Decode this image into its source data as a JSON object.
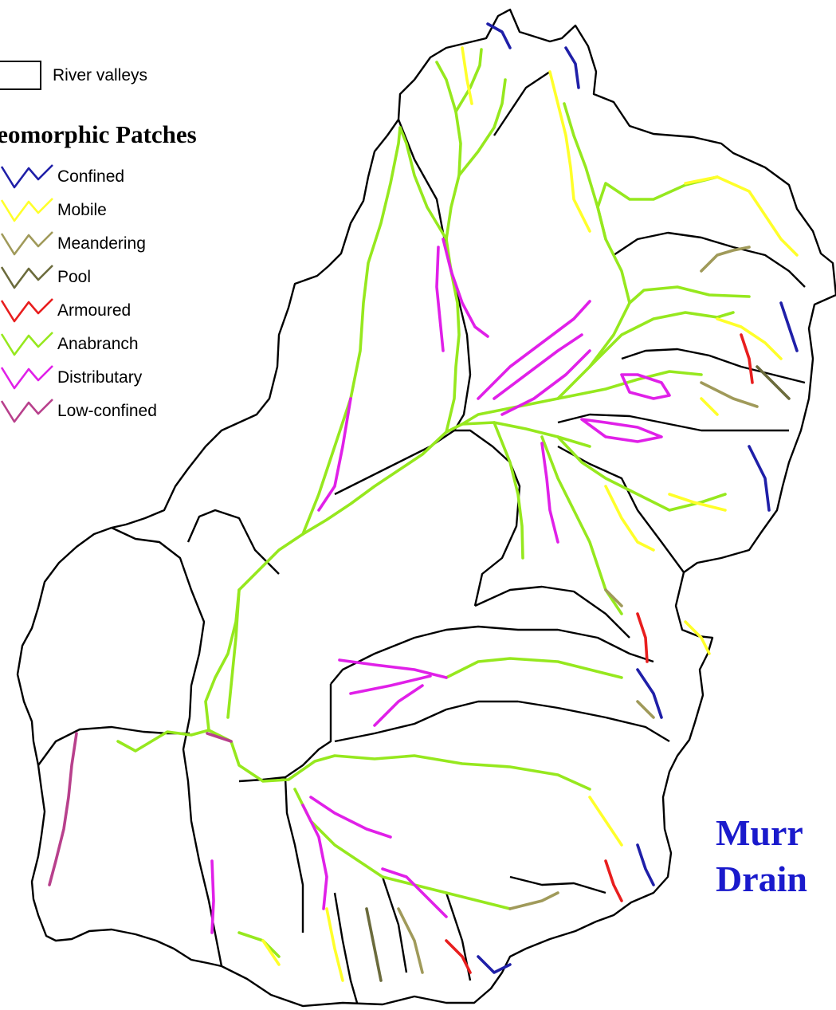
{
  "legend": {
    "boundary_label": "River valleys",
    "heading": "rogeomorphic Patches",
    "items": [
      {
        "label": "Confined",
        "color": "#1f1fa8",
        "icon": "zigzag-line-icon"
      },
      {
        "label": "Mobile",
        "color": "#ffff2a",
        "icon": "zigzag-line-icon"
      },
      {
        "label": "Meandering",
        "color": "#a09a5a",
        "icon": "zigzag-line-icon"
      },
      {
        "label": "Pool",
        "color": "#6b6b3c",
        "icon": "zigzag-line-icon"
      },
      {
        "label": "Armoured",
        "color": "#e81e1e",
        "icon": "zigzag-line-icon"
      },
      {
        "label": "Anabranch",
        "color": "#96e81e",
        "icon": "zigzag-line-icon"
      },
      {
        "label": "Distributary",
        "color": "#e020e8",
        "icon": "zigzag-line-icon"
      },
      {
        "label": "Low-confined",
        "color": "#b8408c",
        "icon": "zigzag-line-icon"
      }
    ]
  },
  "title": {
    "line1": "Murr",
    "line2": "Drain"
  }
}
